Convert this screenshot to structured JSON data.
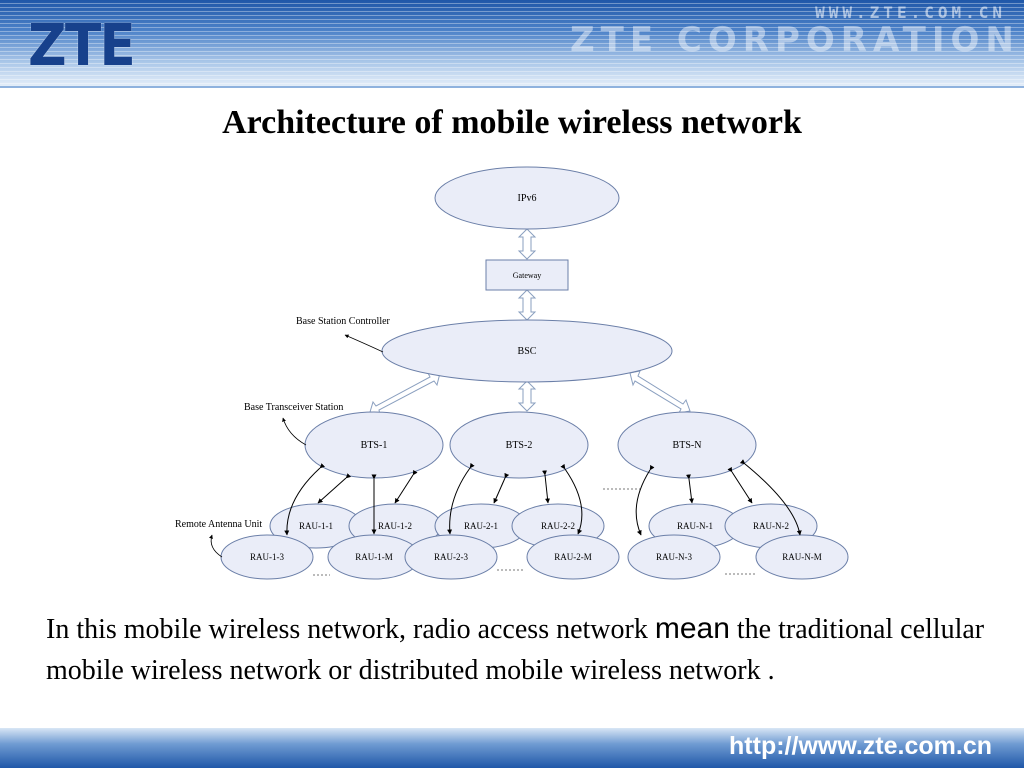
{
  "header": {
    "logo": "ZTE",
    "website": "WWW.ZTE.COM.CN",
    "corporation": "ZTE CORPORATION"
  },
  "title": "Architecture of mobile wireless network",
  "diagram": {
    "nodes": {
      "ipv6": "IPv6",
      "gateway": "Gateway",
      "bsc": "BSC",
      "bts1": "BTS-1",
      "bts2": "BTS-2",
      "btsn": "BTS-N",
      "rau11": "RAU-1-1",
      "rau12": "RAU-1-2",
      "rau13": "RAU-1-3",
      "rau1m": "RAU-1-M",
      "rau21": "RAU-2-1",
      "rau22": "RAU-2-2",
      "rau23": "RAU-2-3",
      "rau2m": "RAU-2-M",
      "raun1": "RAU-N-1",
      "raun2": "RAU-N-2",
      "raun3": "RAU-N-3",
      "raunm": "RAU-N-M"
    },
    "annotations": {
      "bsc": "Base Station Controller",
      "bts": "Base Transceiver Station",
      "rau": "Remote Antenna Unit"
    }
  },
  "body": {
    "part1": "In this mobile wireless network, radio access network ",
    "emphasis": "mean",
    "part2": " the traditional cellular mobile wireless network or distributed mobile wireless network ."
  },
  "footer": {
    "url": "http://www.zte.com.cn"
  }
}
